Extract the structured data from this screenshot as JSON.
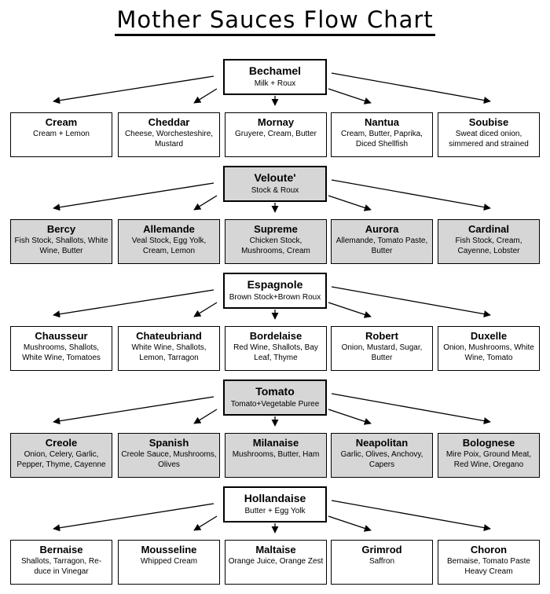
{
  "title": "Mother Sauces Flow Chart",
  "groups": [
    {
      "mother": {
        "name": "Bechamel",
        "desc": "Milk + Roux"
      },
      "shaded": false,
      "children": [
        {
          "name": "Cream",
          "desc": "Cream + Lemon"
        },
        {
          "name": "Cheddar",
          "desc": "Cheese, Worchesteshire, Mustard"
        },
        {
          "name": "Mornay",
          "desc": "Gruyere, Cream, Butter"
        },
        {
          "name": "Nantua",
          "desc": "Cream, Butter, Paprika, Diced Shellfish"
        },
        {
          "name": "Soubise",
          "desc": "Sweat diced onion, simmered and strained"
        }
      ]
    },
    {
      "mother": {
        "name": "Veloute'",
        "desc": "Stock & Roux"
      },
      "shaded": true,
      "children": [
        {
          "name": "Bercy",
          "desc": "Fish Stock, Shallots, White Wine, Butter"
        },
        {
          "name": "Allemande",
          "desc": "Veal Stock, Egg Yolk, Cream, Lemon"
        },
        {
          "name": "Supreme",
          "desc": "Chicken Stock, Mushrooms, Cream"
        },
        {
          "name": "Aurora",
          "desc": "Allemande, Tomato Paste, Butter"
        },
        {
          "name": "Cardinal",
          "desc": "Fish Stock, Cream, Cayenne, Lobster"
        }
      ]
    },
    {
      "mother": {
        "name": "Espagnole",
        "desc": "Brown Stock+Brown Roux"
      },
      "shaded": false,
      "children": [
        {
          "name": "Chausseur",
          "desc": "Mushrooms, Shallots, White Wine, Tomatoes"
        },
        {
          "name": "Chateubriand",
          "desc": "White Wine, Shallots, Lemon, Tarragon"
        },
        {
          "name": "Bordelaise",
          "desc": "Red Wine, Shallots, Bay Leaf, Thyme"
        },
        {
          "name": "Robert",
          "desc": "Onion, Mustard, Sugar, Butter"
        },
        {
          "name": "Duxelle",
          "desc": "Onion, Mushrooms, White Wine, Tomato"
        }
      ]
    },
    {
      "mother": {
        "name": "Tomato",
        "desc": "Tomato+Vegetable Puree"
      },
      "shaded": true,
      "children": [
        {
          "name": "Creole",
          "desc": "Onion, Celery, Garlic, Pepper, Thyme, Cayenne"
        },
        {
          "name": "Spanish",
          "desc": "Creole Sauce, Mushrooms, Olives"
        },
        {
          "name": "Milanaise",
          "desc": "Mushrooms, Butter, Ham"
        },
        {
          "name": "Neapolitan",
          "desc": "Garlic, Olives, Anchovy, Capers"
        },
        {
          "name": "Bolognese",
          "desc": "Mire Poix, Ground Meat, Red Wine, Oregano"
        }
      ]
    },
    {
      "mother": {
        "name": "Hollandaise",
        "desc": "Butter + Egg Yolk"
      },
      "shaded": false,
      "children": [
        {
          "name": "Bernaise",
          "desc": "Shallots, Tarragon, Re-duce in Vinegar"
        },
        {
          "name": "Mousseline",
          "desc": "Whipped Cream"
        },
        {
          "name": "Maltaise",
          "desc": "Orange Juice, Orange Zest"
        },
        {
          "name": "Grimrod",
          "desc": "Saffron"
        },
        {
          "name": "Choron",
          "desc": "Bernaise, Tomato Paste Heavy Cream"
        }
      ]
    }
  ]
}
